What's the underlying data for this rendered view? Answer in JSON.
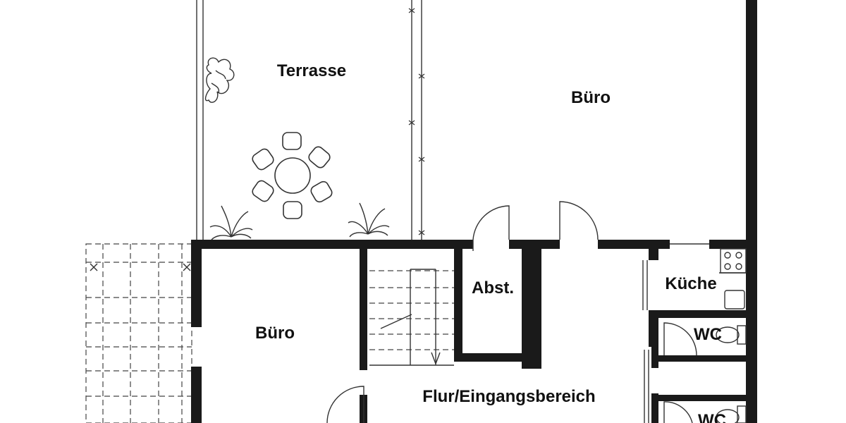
{
  "rooms": {
    "terrasse": "Terrasse",
    "buero_top": "Büro",
    "buero_left": "Büro",
    "abst": "Abst.",
    "kueche": "Küche",
    "wc_1": "WC",
    "wc_2": "WC",
    "flur": "Flur/Eingangsbereich"
  }
}
